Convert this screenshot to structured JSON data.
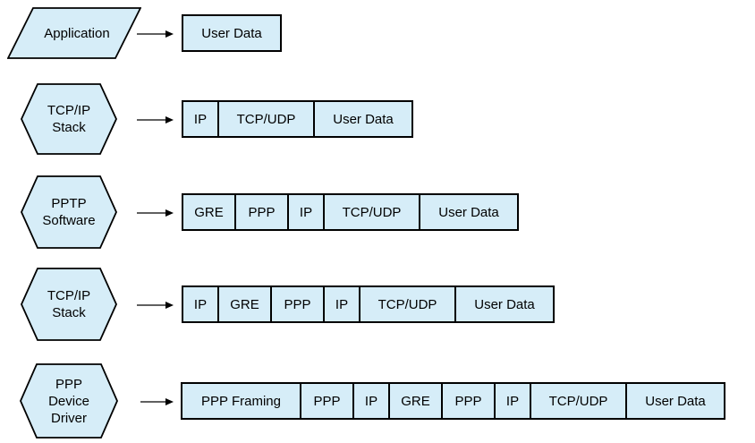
{
  "colors": {
    "shape_fill": "#d6edf8",
    "shape_border": "#000000",
    "text": "#000000",
    "background": "#ffffff"
  },
  "rows": [
    {
      "shape": "parallelogram",
      "label_lines": [
        "Application"
      ],
      "cells": [
        "User Data"
      ]
    },
    {
      "shape": "hexagon",
      "label_lines": [
        "TCP/IP",
        "Stack"
      ],
      "cells": [
        "IP",
        "TCP/UDP",
        "User Data"
      ]
    },
    {
      "shape": "hexagon",
      "label_lines": [
        "PPTP",
        "Software"
      ],
      "cells": [
        "GRE",
        "PPP",
        "IP",
        "TCP/UDP",
        "User Data"
      ]
    },
    {
      "shape": "hexagon",
      "label_lines": [
        "TCP/IP",
        "Stack"
      ],
      "cells": [
        "IP",
        "GRE",
        "PPP",
        "IP",
        "TCP/UDP",
        "User Data"
      ]
    },
    {
      "shape": "hexagon",
      "label_lines": [
        "PPP",
        "Device",
        "Driver"
      ],
      "cells": [
        "PPP Framing",
        "PPP",
        "IP",
        "GRE",
        "PPP",
        "IP",
        "TCP/UDP",
        "User Data"
      ]
    }
  ]
}
